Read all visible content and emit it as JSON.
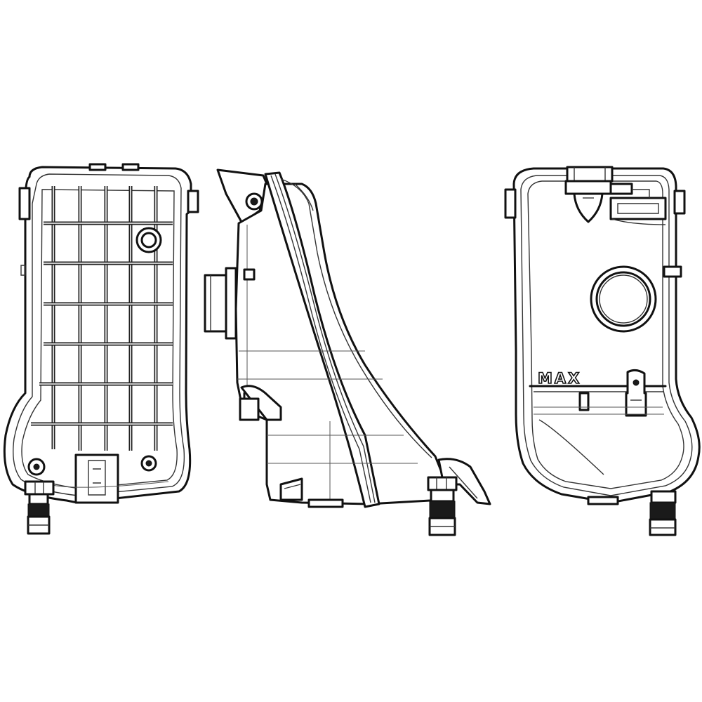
{
  "drawing": {
    "max_marking": "MAX",
    "views": [
      "front-view",
      "side-view",
      "rear-view"
    ]
  }
}
